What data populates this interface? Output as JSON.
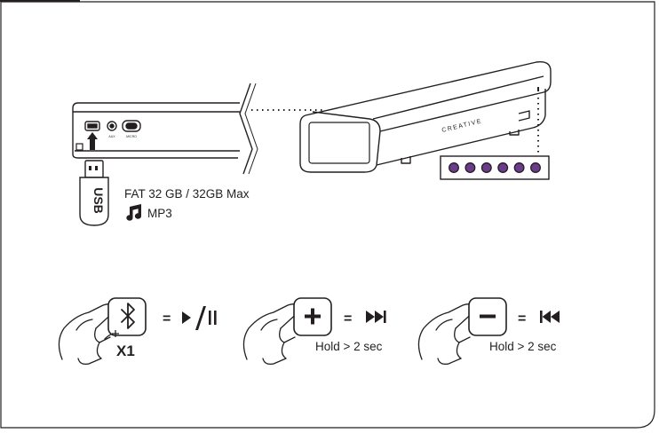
{
  "usb": {
    "drive_label": "USB",
    "port_labels": [
      "USB",
      "AUX",
      "MICRO"
    ],
    "format_text": "FAT 32 GB / 32GB Max",
    "audio_format": "MP3",
    "music_icon": "music-note-icon"
  },
  "soundbar": {
    "brand": "CREATIVE",
    "led_count": 6,
    "led_color": "#6b3b8c"
  },
  "controls": [
    {
      "button_icon": "bluetooth-icon",
      "equals": "=",
      "action_icon": "play-pause-icon",
      "note": "X1"
    },
    {
      "button_icon": "plus-icon",
      "equals": "=",
      "action_icon": "next-track-icon",
      "note": "Hold > 2 sec"
    },
    {
      "button_icon": "minus-icon",
      "equals": "=",
      "action_icon": "previous-track-icon",
      "note": "Hold > 2 sec"
    }
  ]
}
